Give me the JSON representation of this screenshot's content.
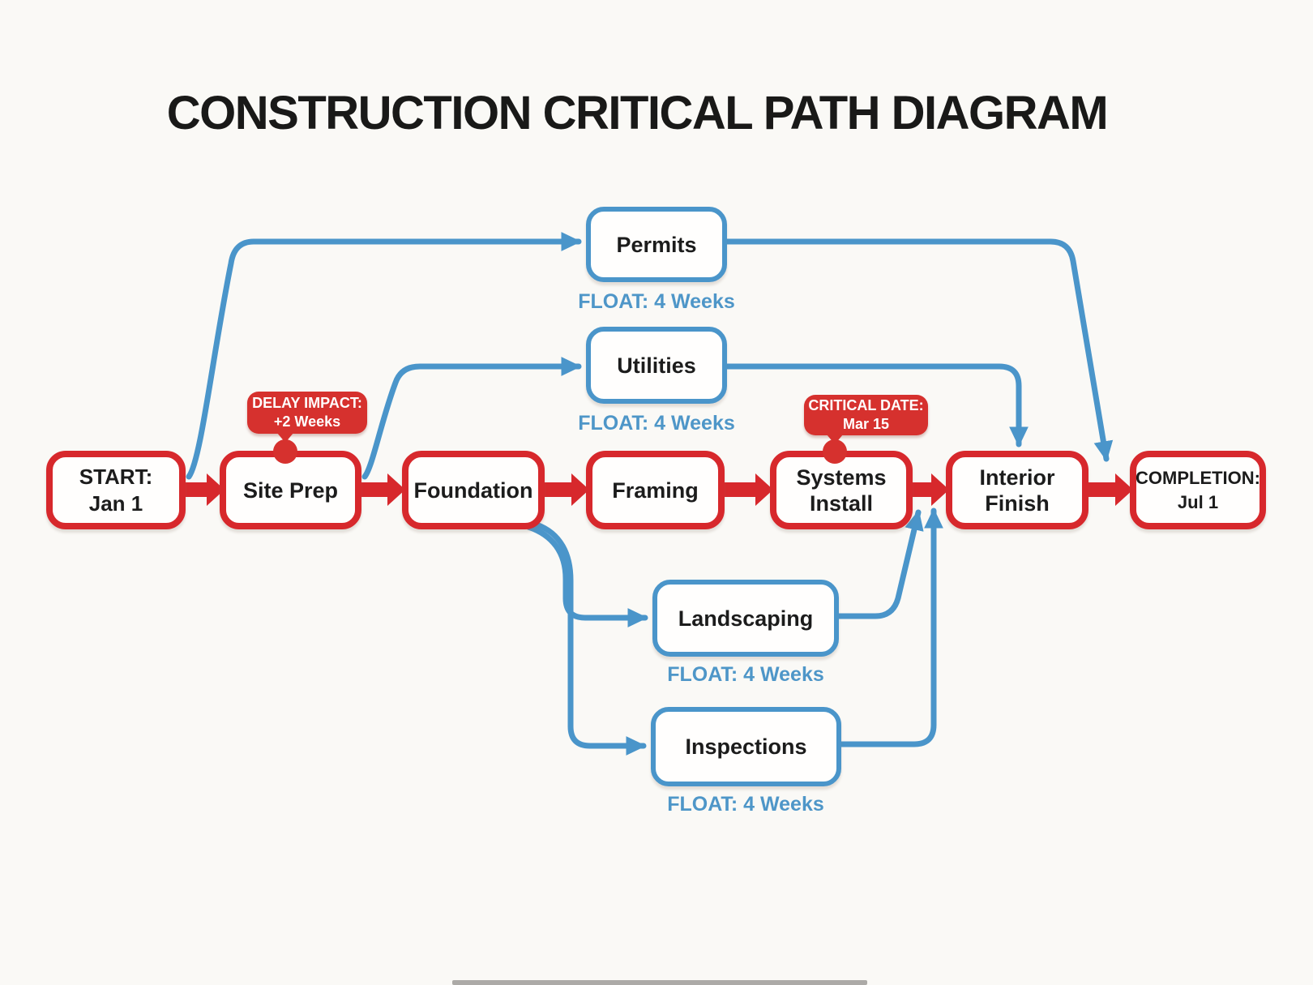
{
  "title": "CONSTRUCTION CRITICAL PATH DIAGRAM",
  "colors": {
    "critical_red": "#d7282c",
    "callout_red": "#d6312e",
    "float_blue": "#4a95ca",
    "float_text_blue": "#4e96c8",
    "background": "#faf9f6",
    "text": "#1c1c1c"
  },
  "nodes": {
    "start": {
      "line1": "START:",
      "line2": "Jan 1"
    },
    "site_prep": {
      "label": "Site Prep"
    },
    "foundation": {
      "label": "Foundation"
    },
    "framing": {
      "label": "Framing"
    },
    "systems_install": {
      "line1": "Systems",
      "line2": "Install"
    },
    "interior_finish": {
      "line1": "Interior",
      "line2": "Finish"
    },
    "completion": {
      "line1": "COMPLETION:",
      "line2": "Jul 1"
    },
    "permits": {
      "label": "Permits",
      "float_label": "FLOAT: 4 Weeks"
    },
    "utilities": {
      "label": "Utilities",
      "float_label": "FLOAT: 4 Weeks"
    },
    "landscaping": {
      "label": "Landscaping",
      "float_label": "FLOAT: 4 Weeks"
    },
    "inspections": {
      "label": "Inspections",
      "float_label": "FLOAT: 4 Weeks"
    }
  },
  "callouts": {
    "delay_impact": {
      "line1": "DELAY IMPACT:",
      "line2": "+2 Weeks"
    },
    "critical_date": {
      "line1": "CRITICAL DATE:",
      "line2": "Mar 15"
    }
  },
  "edges": {
    "critical_path": [
      "start",
      "site_prep",
      "foundation",
      "framing",
      "systems_install",
      "interior_finish",
      "completion"
    ],
    "float_paths": [
      {
        "from": "start",
        "to": "permits"
      },
      {
        "from": "permits",
        "to": "completion"
      },
      {
        "from": "site_prep",
        "to": "utilities"
      },
      {
        "from": "utilities",
        "to": "interior_finish"
      },
      {
        "from": "foundation",
        "to": "landscaping"
      },
      {
        "from": "foundation",
        "to": "inspections"
      },
      {
        "from": "landscaping",
        "to": "interior_finish"
      },
      {
        "from": "inspections",
        "to": "interior_finish"
      }
    ]
  }
}
